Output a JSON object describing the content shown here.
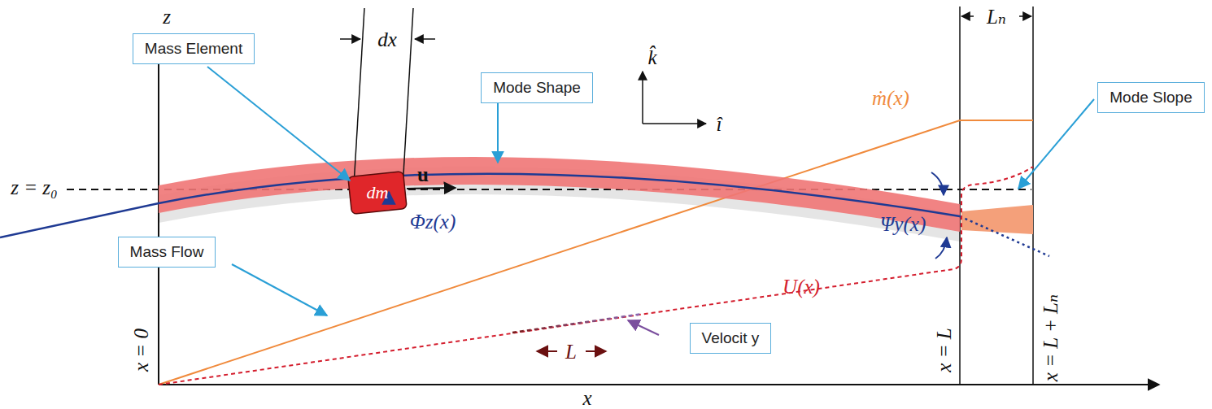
{
  "diagram": {
    "nodes": [
      {
        "text": [
          "Mass Element"
        ]
      },
      {
        "text": [
          "Mode Shape"
        ]
      },
      {
        "text": [
          "Mode Slope"
        ]
      },
      {
        "text": [
          "Mass Flow"
        ]
      },
      {
        "text": [
          "Velocit y"
        ]
      }
    ],
    "labels": [
      "z",
      "dx",
      "k̂",
      "î",
      "Lₙ",
      "ṁ(x)",
      "z = z₀",
      "dm",
      "u",
      "Φz(x)",
      "Ψy(x)",
      "U(x)",
      "L",
      "x = 0",
      "x = L",
      "x = L + Lₙ",
      "x"
    ]
  }
}
